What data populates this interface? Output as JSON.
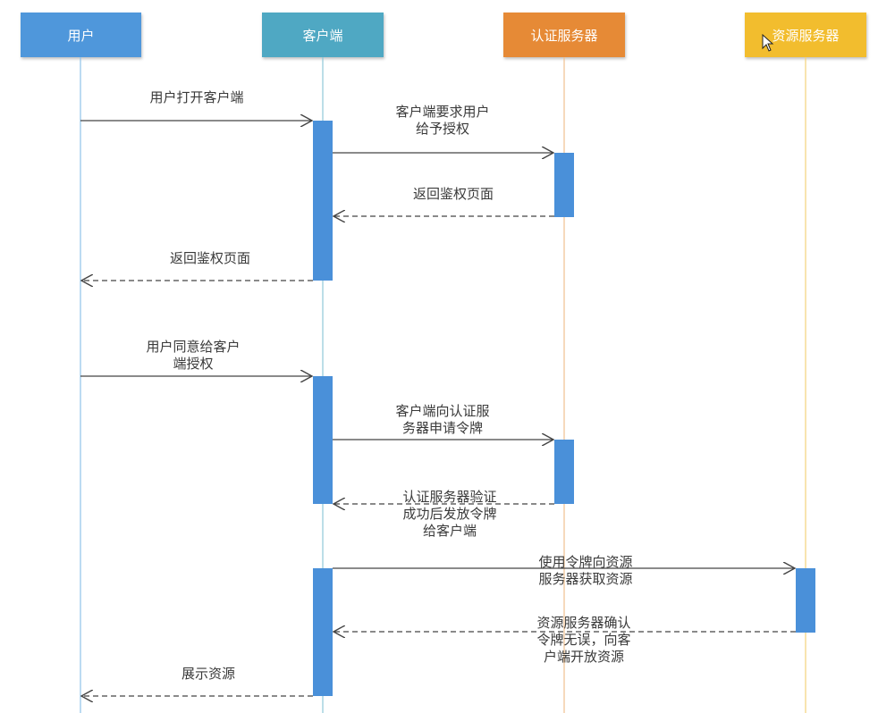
{
  "actors": {
    "user": "用户",
    "client": "客户端",
    "auth_server": "认证服务器",
    "resource_server": "资源服务器"
  },
  "messages": [
    {
      "id": "m1",
      "label": "用户打开客户端",
      "from": "user",
      "to": "client",
      "style": "solid"
    },
    {
      "id": "m2",
      "label": "客户端要求用户\n给予授权",
      "from": "client",
      "to": "auth_server",
      "style": "solid"
    },
    {
      "id": "m3",
      "label": "返回鉴权页面",
      "from": "auth_server",
      "to": "client",
      "style": "dashed"
    },
    {
      "id": "m4",
      "label": "返回鉴权页面",
      "from": "client",
      "to": "user",
      "style": "dashed"
    },
    {
      "id": "m5",
      "label": "用户同意给客户\n端授权",
      "from": "user",
      "to": "client",
      "style": "solid"
    },
    {
      "id": "m6",
      "label": "客户端向认证服\n务器申请令牌",
      "from": "client",
      "to": "auth_server",
      "style": "solid"
    },
    {
      "id": "m7",
      "label": "认证服务器验证\n成功后发放令牌\n给客户端",
      "from": "auth_server",
      "to": "client",
      "style": "dashed"
    },
    {
      "id": "m8",
      "label": "使用令牌向资源\n服务器获取资源",
      "from": "client",
      "to": "resource_server",
      "style": "solid"
    },
    {
      "id": "m9",
      "label": "资源服务器确认\n令牌无误，向客\n户端开放资源",
      "from": "resource_server",
      "to": "client",
      "style": "dashed"
    },
    {
      "id": "m10",
      "label": "展示资源",
      "from": "client",
      "to": "user",
      "style": "dashed"
    }
  ],
  "colors": {
    "user": "#4f97db",
    "client": "#4fa8c3",
    "auth_server": "#e68a36",
    "resource_server": "#f2bd2e",
    "activation": "#4a90d9"
  }
}
